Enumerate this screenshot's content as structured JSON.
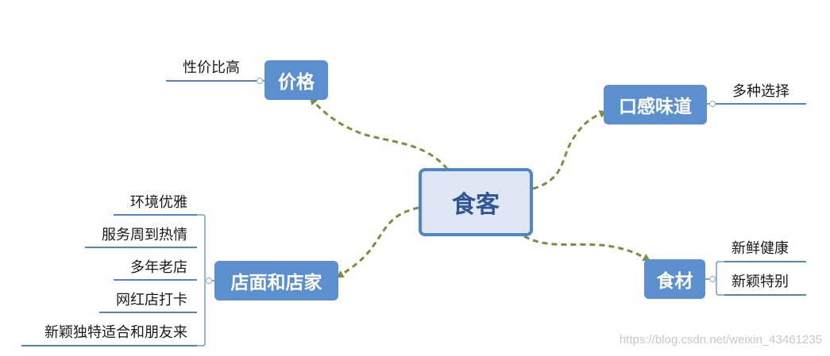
{
  "center": {
    "label": "食客"
  },
  "branches": {
    "price": {
      "label": "价格",
      "leaves": [
        "性价比高"
      ]
    },
    "taste": {
      "label": "口感味道",
      "leaves": [
        "多种选择"
      ]
    },
    "food": {
      "label": "食材",
      "leaves": [
        "新鲜健康",
        "新颖特别"
      ]
    },
    "store": {
      "label": "店面和店家",
      "leaves": [
        "环境优雅",
        "服务周到热情",
        "多年老店",
        "网红店打卡",
        "新颖独特适合和朋友来"
      ]
    }
  },
  "watermark": "https://blog.csdn.net/weixin_43461235",
  "colors": {
    "connector": "#76923c",
    "node_fill": "#5b8fd0",
    "center_fill": "#dde6f2",
    "center_border": "#4f86c6",
    "leaf_line": "#4f86c6"
  }
}
